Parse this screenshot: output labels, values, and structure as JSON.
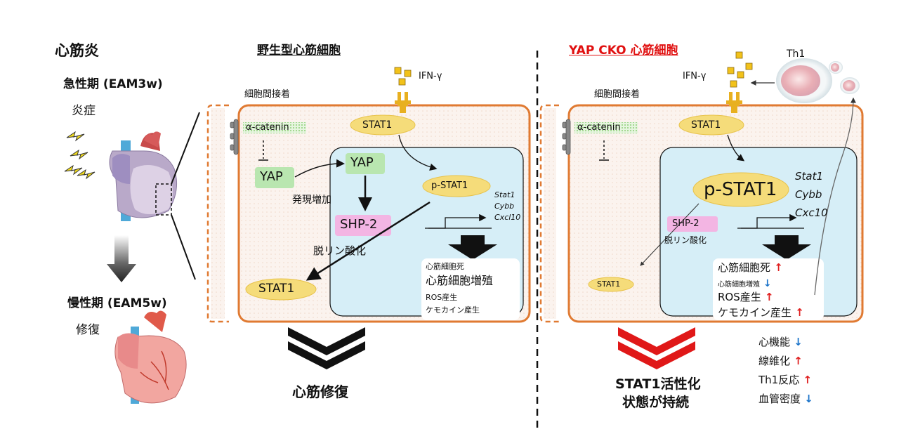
{
  "left": {
    "title": "心筋炎",
    "acute": "急性期 (EAM3w)",
    "inflammation": "炎症",
    "chronic": "慢性期 (EAM5w)",
    "repair": "修復"
  },
  "wt": {
    "title": "野生型心筋細胞",
    "ifn": "IFN-γ",
    "junction": "細胞間接着",
    "stat1_top": "STAT1",
    "catenin": "α-catenin",
    "yap_cyto": "YAP",
    "yap_nuc": "YAP",
    "expr_up": "発現増加",
    "shp2": "SHP-2",
    "dephos": "脱リン酸化",
    "pstat1": "p-STAT1",
    "genes": [
      "Stat1",
      "Cybb",
      "Cxcl10"
    ],
    "stat1_bottom": "STAT1",
    "outcomes": [
      "心筋細胞死",
      "心筋細胞増殖",
      "ROS産生",
      "ケモカイン産生"
    ],
    "result": "心筋修復"
  },
  "cko": {
    "title": "YAP CKO 心筋細胞",
    "ifn": "IFN-γ",
    "th1": "Th1",
    "junction": "細胞間接着",
    "stat1_top": "STAT1",
    "catenin": "α-catenin",
    "pstat1": "p-STAT1",
    "genes": [
      "Stat1",
      "Cybb",
      "Cxc10"
    ],
    "shp2": "SHP-2",
    "dephos": "脱リン酸化",
    "stat1_bottom": "STAT1",
    "outcomes": [
      "心筋細胞死",
      "心筋細胞増殖",
      "ROS産生",
      "ケモカイン産生"
    ],
    "result_line1": "STAT1活性化",
    "result_line2": "状態が持続",
    "effects": [
      "心機能",
      "線維化",
      "Th1反応",
      "血管密度"
    ]
  },
  "colors": {
    "membrane": "#e07a32",
    "nucleus_fill": "#d6eef7",
    "yap_fill": "#b9e6b0",
    "shp2_fill": "#f3b5e3",
    "stat_fill": "#f5dc7a",
    "receptor": "#e8b020",
    "up_arrow": "#e02020",
    "down_arrow": "#1a73c9",
    "cko_title": "#e01010"
  }
}
